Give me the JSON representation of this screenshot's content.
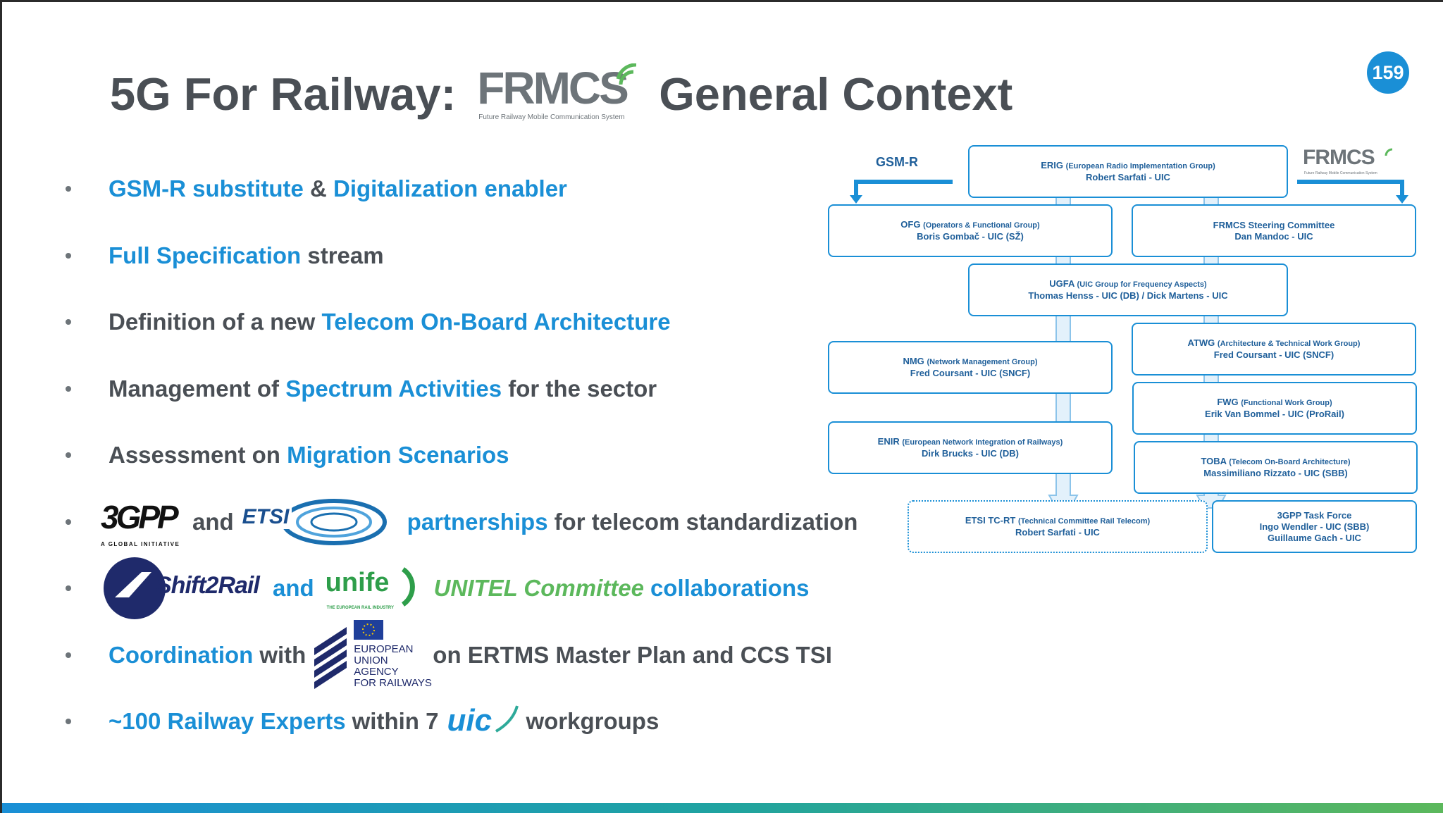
{
  "title": {
    "prefix": "5G For Railway:",
    "logo_word": "FRMCS",
    "logo_subtitle": "Future Railway Mobile Communication System",
    "suffix": "General Context"
  },
  "page_number": "159",
  "bullets": [
    {
      "parts": [
        {
          "t": "GSM-R substitute",
          "c": "blue"
        },
        {
          "t": " & ",
          "c": "grey"
        },
        {
          "t": "Digitalization enabler",
          "c": "blue"
        }
      ]
    },
    {
      "parts": [
        {
          "t": "Full Specification",
          "c": "blue"
        },
        {
          "t": " stream",
          "c": "grey"
        }
      ]
    },
    {
      "parts": [
        {
          "t": "Definition of a new ",
          "c": "grey"
        },
        {
          "t": "Telecom On-Board Architecture",
          "c": "blue"
        }
      ]
    },
    {
      "parts": [
        {
          "t": "Management of ",
          "c": "grey"
        },
        {
          "t": "Spectrum Activities",
          "c": "blue"
        },
        {
          "t": " for the sector",
          "c": "grey"
        }
      ]
    },
    {
      "parts": [
        {
          "t": "Assessment on ",
          "c": "grey"
        },
        {
          "t": "Migration Scenarios",
          "c": "blue"
        }
      ]
    },
    {
      "logos": [
        "3gpp-logo",
        "etsi-logo"
      ],
      "text_and": "and",
      "text_blue": "partnerships",
      "text_grey": "for telecom standardization",
      "logo_3gpp": "3GPP",
      "logo_3gpp_sub": "A GLOBAL INITIATIVE",
      "logo_etsi": "ETSI"
    },
    {
      "text_and": "and",
      "logo_shift2rail": "Shift2Rail",
      "logo_unife": "unife",
      "logo_unife_sub": "THE EUROPEAN RAIL INDUSTRY",
      "text_green": "UNITEL Committee",
      "text_blue": "collaborations"
    },
    {
      "text_blue": "Coordination",
      "text_grey_1": "with",
      "logo_era": [
        "EUROPEAN",
        "UNION",
        "AGENCY",
        "FOR RAILWAYS"
      ],
      "text_grey_2": "on ERTMS Master Plan and CCS TSI"
    },
    {
      "text_blue": "~100 Railway Experts",
      "text_grey_1": "within 7",
      "logo_uic": "uic",
      "text_grey_2": "workgroups"
    }
  ],
  "org_chart": {
    "gsmr_label": "GSM-R",
    "frmcs_logo": "FRMCS",
    "frmcs_logo_sub": "Future Railway Mobile Communication System",
    "boxes": {
      "erig": {
        "name": "ERIG",
        "desc": "(European Radio Implementation Group)",
        "person": "Robert Sarfati - UIC"
      },
      "ofg": {
        "name": "OFG",
        "desc": "(Operators & Functional Group)",
        "person": "Boris Gombač - UIC (SŽ)"
      },
      "frmcs_sc": {
        "name": "FRMCS Steering Committee",
        "desc": "",
        "person": "Dan Mandoc - UIC"
      },
      "ugfa": {
        "name": "UGFA",
        "desc": "(UIC Group for Frequency Aspects)",
        "person": "Thomas Henss - UIC (DB) / Dick Martens - UIC"
      },
      "atwg": {
        "name": "ATWG",
        "desc": "(Architecture & Technical Work Group)",
        "person": "Fred Coursant - UIC (SNCF)"
      },
      "nmg": {
        "name": "NMG",
        "desc": "(Network Management Group)",
        "person": "Fred Coursant - UIC (SNCF)"
      },
      "fwg": {
        "name": "FWG",
        "desc": "(Functional Work Group)",
        "person": "Erik Van Bommel - UIC (ProRail)"
      },
      "enir": {
        "name": "ENIR",
        "desc": "(European Network Integration of Railways)",
        "person": "Dirk Brucks - UIC (DB)"
      },
      "toba": {
        "name": "TOBA",
        "desc": "(Telecom On-Board Architecture)",
        "person": "Massimiliano Rizzato - UIC (SBB)"
      },
      "etsi": {
        "name": "ETSI TC-RT",
        "desc": "(Technical Committee Rail Telecom)",
        "person": "Robert Sarfati - UIC"
      },
      "gpp": {
        "name": "3GPP Task Force",
        "desc": "",
        "person": "Ingo Wendler - UIC (SBB)",
        "person2": "Guillaume Gach - UIC"
      }
    }
  },
  "colors": {
    "blue": "#1a8fd6",
    "grey": "#4a4f55",
    "green": "#5cb85c",
    "dark_blue": "#1f5f9a"
  }
}
